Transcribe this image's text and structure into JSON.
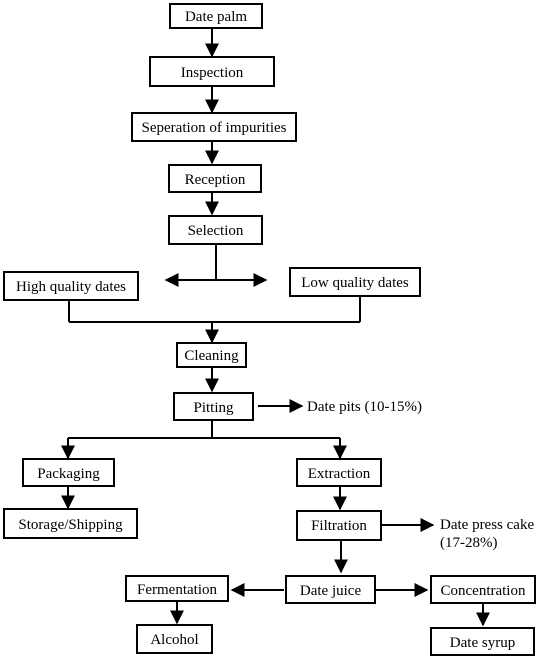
{
  "nodes": {
    "date_palm": "Date palm",
    "inspection": "Inspection",
    "separation": "Seperation of impurities",
    "reception": "Reception",
    "selection": "Selection",
    "high_quality": "High quality dates",
    "low_quality": "Low quality dates",
    "cleaning": "Cleaning",
    "pitting": "Pitting",
    "packaging": "Packaging",
    "storage": "Storage/Shipping",
    "extraction": "Extraction",
    "filtration": "Filtration",
    "date_juice": "Date juice",
    "fermentation": "Fermentation",
    "alcohol": "Alcohol",
    "concentration": "Concentration",
    "date_syrup": "Date syrup"
  },
  "outputs": {
    "date_pits": "Date pits (10-15%)",
    "press_cake_line1": "Date press cake",
    "press_cake_line2": "(17-28%)"
  },
  "colors": {
    "line": "#000000",
    "background": "#ffffff"
  }
}
